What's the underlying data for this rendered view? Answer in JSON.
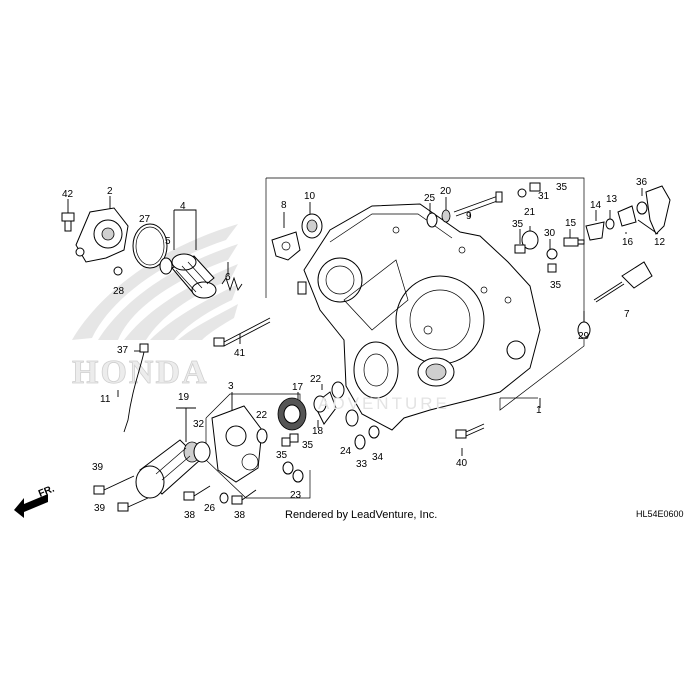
{
  "brand_watermark": "HONDA",
  "site_watermark": "ADVENTURE",
  "credit": "Rendered by LeadVenture, Inc.",
  "diagram_code": "HL54E0600",
  "direction_label": "FR.",
  "callouts": {
    "c1": "1",
    "c2": "2",
    "c3": "3",
    "c4": "4",
    "c5": "5",
    "c6": "6",
    "c7": "7",
    "c8": "8",
    "c9": "9",
    "c10": "10",
    "c11": "11",
    "c12": "12",
    "c13": "13",
    "c14": "14",
    "c15": "15",
    "c16": "16",
    "c17": "17",
    "c18": "18",
    "c19": "19",
    "c20": "20",
    "c21": "21",
    "c22a": "22",
    "c22b": "22",
    "c23": "23",
    "c24": "24",
    "c25": "25",
    "c26": "26",
    "c27": "27",
    "c28": "28",
    "c29": "29",
    "c30": "30",
    "c31": "31",
    "c32": "32",
    "c33": "33",
    "c34": "34",
    "c35a": "35",
    "c35b": "35",
    "c35c": "35",
    "c35d": "35",
    "c36": "36",
    "c37": "37",
    "c38a": "38",
    "c38b": "38",
    "c39a": "39",
    "c39b": "39",
    "c40": "40",
    "c41": "41",
    "c42": "42"
  },
  "colors": {
    "line": "#000000",
    "watermark": "#e6e6e6",
    "fill_shade": "#cfcfcf"
  }
}
